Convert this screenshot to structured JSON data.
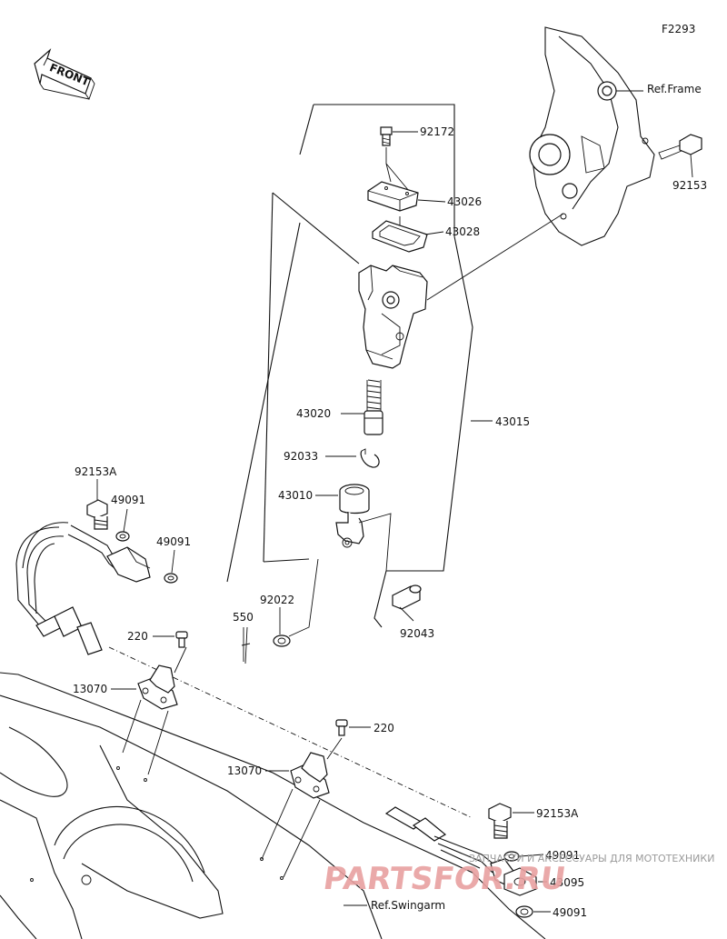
{
  "figure_code": "F2293",
  "front_label": "FRONT",
  "references": {
    "frame": "Ref.Frame",
    "swingarm": "Ref.Swingarm"
  },
  "parts": [
    {
      "id": "92172"
    },
    {
      "id": "43026"
    },
    {
      "id": "43028"
    },
    {
      "id": "43020"
    },
    {
      "id": "43015"
    },
    {
      "id": "92033"
    },
    {
      "id": "43010"
    },
    {
      "id": "92153"
    },
    {
      "id": "92153A",
      "occurrence": 1
    },
    {
      "id": "49091",
      "occurrence": 1
    },
    {
      "id": "49091",
      "occurrence": 2
    },
    {
      "id": "92022"
    },
    {
      "id": "550"
    },
    {
      "id": "92043"
    },
    {
      "id": "220",
      "occurrence": 1
    },
    {
      "id": "13070",
      "occurrence": 1
    },
    {
      "id": "220",
      "occurrence": 2
    },
    {
      "id": "13070",
      "occurrence": 2
    },
    {
      "id": "92153A",
      "occurrence": 2
    },
    {
      "id": "49091",
      "occurrence": 3
    },
    {
      "id": "43095"
    },
    {
      "id": "49091",
      "occurrence": 4
    }
  ],
  "watermark": {
    "line1": "ЗАПЧАСТИ И АКСЕССУАРЫ ДЛЯ МОТОТЕХНИКИ",
    "line2": "PARTSFOR.RU"
  },
  "colors": {
    "line": "#111111",
    "background": "#ffffff",
    "watermark_red": "#e8a0a0"
  }
}
